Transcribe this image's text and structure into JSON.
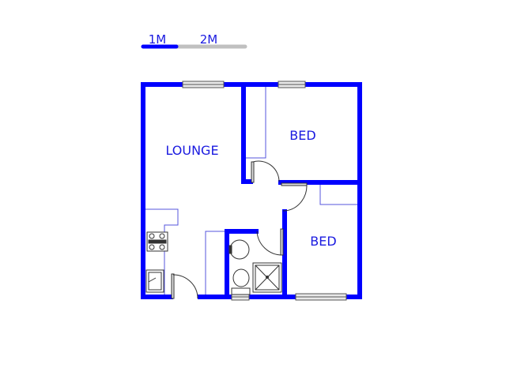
{
  "scale_bar": {
    "label_1": "1M",
    "label_2": "2M"
  },
  "rooms": {
    "lounge": "LOUNGE",
    "bed_1": "BED",
    "bed_2": "BED"
  },
  "colors": {
    "wall": "#0000ff",
    "text": "#1a1ae0",
    "fixture": "#333333",
    "scale_gray": "#c0c0c0"
  }
}
